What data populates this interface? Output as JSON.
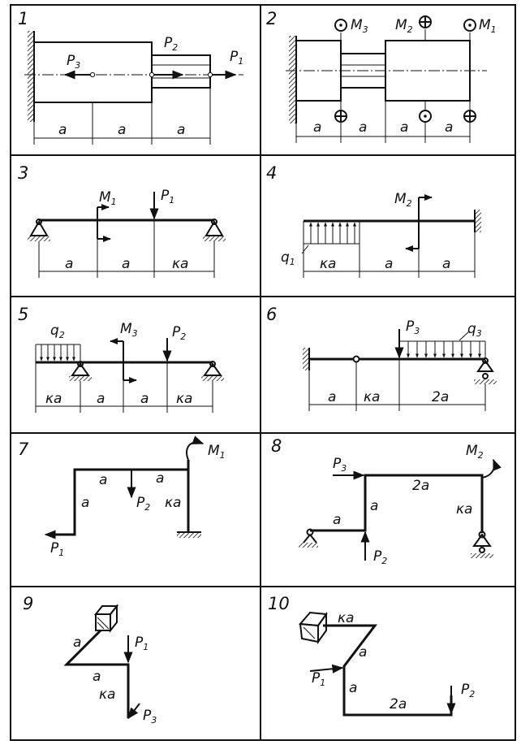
{
  "panels": [
    {
      "num": "1",
      "labels": {
        "p3": "P",
        "p3s": "3",
        "p2": "P",
        "p2s": "2",
        "p1": "P",
        "p1s": "1"
      },
      "dims": [
        "a",
        "a",
        "a"
      ]
    },
    {
      "num": "2",
      "labels": {
        "m3": "M",
        "m3s": "3",
        "m2": "M",
        "m2s": "2",
        "m1": "M",
        "m1s": "1"
      },
      "dims": [
        "a",
        "a",
        "a",
        "a"
      ]
    },
    {
      "num": "3",
      "labels": {
        "m1": "M",
        "m1s": "1",
        "p1": "P",
        "p1s": "1"
      },
      "dims": [
        "a",
        "a",
        "κa"
      ]
    },
    {
      "num": "4",
      "labels": {
        "m2": "M",
        "m2s": "2",
        "q1": "q",
        "q1s": "1"
      },
      "dims": [
        "κa",
        "a",
        "a"
      ]
    },
    {
      "num": "5",
      "labels": {
        "q2": "q",
        "q2s": "2",
        "m3": "M",
        "m3s": "3",
        "p2": "P",
        "p2s": "2"
      },
      "dims": [
        "κa",
        "a",
        "a",
        "κa"
      ]
    },
    {
      "num": "6",
      "labels": {
        "p3": "P",
        "p3s": "3",
        "q3": "q",
        "q3s": "3"
      },
      "dims": [
        "a",
        "κa",
        "2a"
      ]
    },
    {
      "num": "7",
      "labels": {
        "m1": "M",
        "m1s": "1",
        "p2": "P",
        "p2s": "2",
        "p1": "P",
        "p1s": "1",
        "a1": "a",
        "a2": "a",
        "a3": "a",
        "ka": "κa"
      }
    },
    {
      "num": "8",
      "labels": {
        "p3": "P",
        "p3s": "3",
        "m2": "M",
        "m2s": "2",
        "p2": "P",
        "p2s": "2",
        "d2a": "2a",
        "a1": "a",
        "a2": "a",
        "ka": "κa"
      }
    },
    {
      "num": "9",
      "labels": {
        "a1": "a",
        "a2": "a",
        "ka": "κa",
        "p1": "P",
        "p1s": "1",
        "p3": "P",
        "p3s": "3"
      }
    },
    {
      "num": "10",
      "labels": {
        "ka": "κa",
        "a1": "a",
        "a2": "a",
        "d2a": "2a",
        "p1": "P",
        "p1s": "1",
        "p2": "P",
        "p2s": "2"
      }
    }
  ]
}
